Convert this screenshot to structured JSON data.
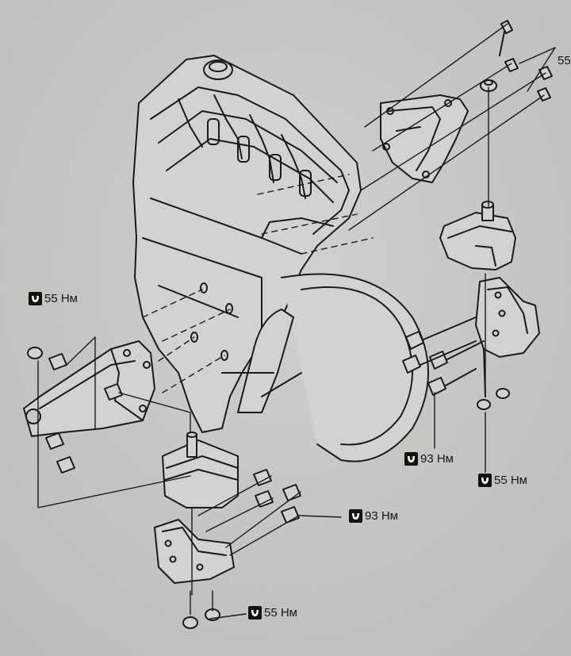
{
  "torque_labels": [
    {
      "id": "left-mount-nut",
      "value": "55 Нм"
    },
    {
      "id": "right-mount-bolts",
      "value": "93 Нм"
    },
    {
      "id": "right-mount-nut",
      "value": "55 Нм"
    },
    {
      "id": "bottom-mount-bolts",
      "value": "93 Нм"
    },
    {
      "id": "bottom-mount-nut",
      "value": "55 Нм"
    },
    {
      "id": "top-right-cut",
      "value": "55"
    }
  ],
  "colors": {
    "paper": "#c9c7c2",
    "ink": "#1a1a1a",
    "icon": "#111111"
  },
  "icon": "torque-wrench-icon"
}
